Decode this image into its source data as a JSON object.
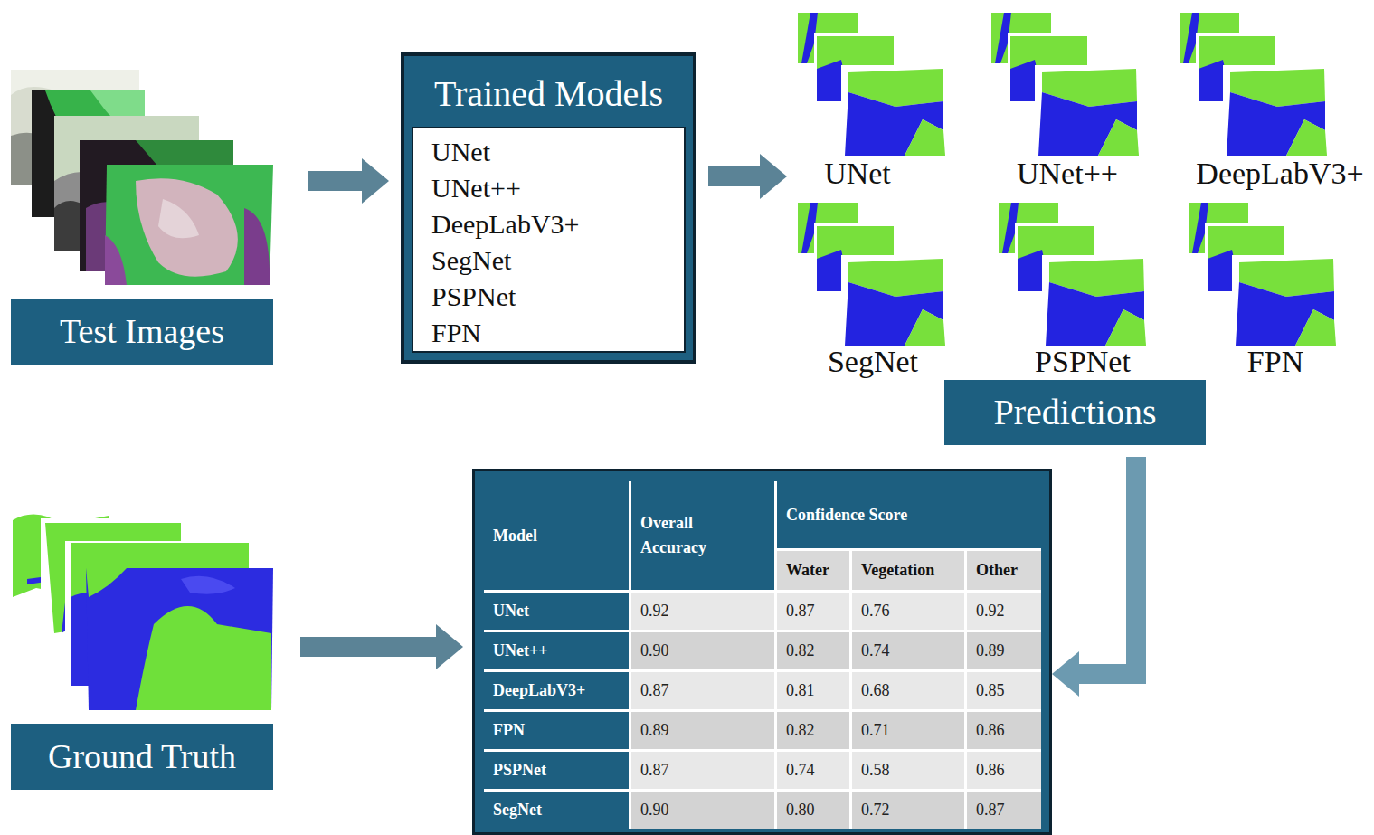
{
  "diagram": {
    "nodes": [
      {
        "text": [
          "Test Images"
        ]
      },
      {
        "text": [
          "Trained Models"
        ]
      },
      {
        "text": [
          "UNet",
          "UNet++",
          "DeepLabV3+",
          "SegNet",
          "PSPNet",
          "FPN"
        ],
        "in": 1
      },
      {
        "text": [
          "Predictions"
        ]
      },
      {
        "text": [
          "Ground Truth"
        ]
      },
      {
        "text": [
          "Model",
          "Overall Accuracy",
          "Confidence Score",
          "Water",
          "Vegetation",
          "Other",
          "UNet",
          "0.92",
          "0.87",
          "0.76",
          "0.92",
          "UNet++",
          "0.90",
          "0.82",
          "0.74",
          "0.89",
          "DeepLabV3+",
          "0.87",
          "0.81",
          "0.68",
          "0.85",
          "FPN",
          "0.89",
          "0.82",
          "0.71",
          "0.86",
          "PSPNet",
          "0.87",
          "0.74",
          "0.58",
          "0.86",
          "SegNet",
          "0.90",
          "0.80",
          "0.72",
          "0.87"
        ]
      }
    ],
    "edges": [
      {
        "from": 0,
        "to": 1,
        "arrow": "to"
      },
      {
        "from": 1,
        "to": 3,
        "arrow": "to"
      },
      {
        "from": 3,
        "to": 5,
        "arrow": "to"
      },
      {
        "from": 4,
        "to": 5,
        "arrow": "to"
      }
    ],
    "labels": [
      "UNet",
      "UNet++",
      "DeepLabV3+",
      "SegNet",
      "PSPNet",
      "FPN"
    ]
  }
}
